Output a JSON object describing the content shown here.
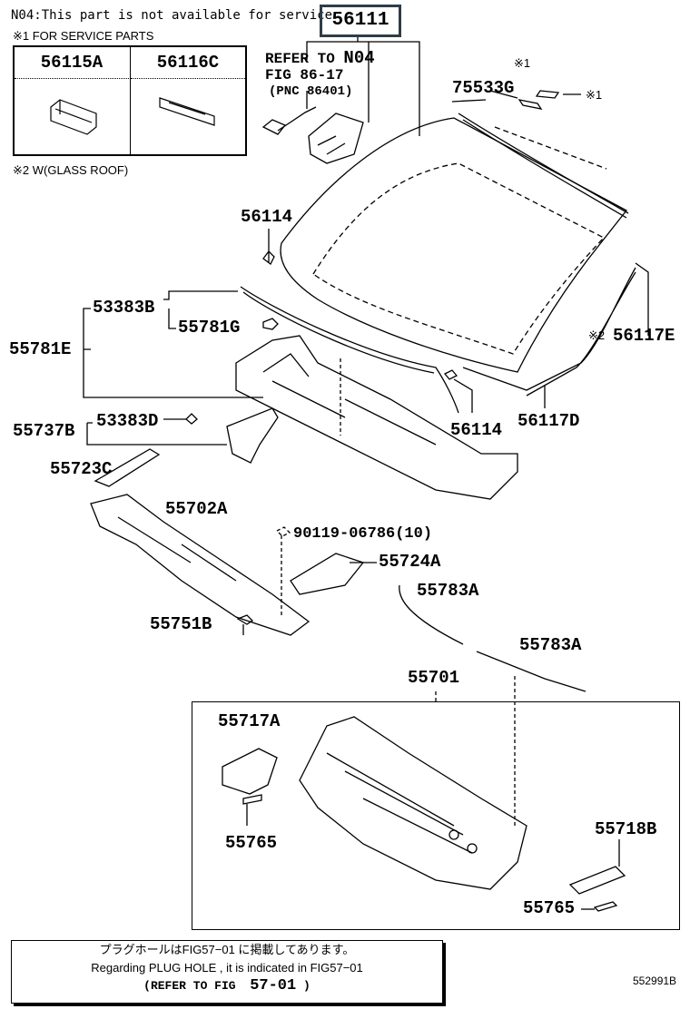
{
  "header_note": "N04:This part is not available for service",
  "main_part": "56111",
  "service_note": "※1 FOR SERVICE PARTS",
  "service_parts": [
    "56115A",
    "56116C"
  ],
  "glass_roof_note": "※2 W(GLASS ROOF)",
  "refer_block": {
    "line1": "REFER TO",
    "code": "N04",
    "line2": "FIG 86-17",
    "line3": "(PNC 86401)"
  },
  "marks": {
    "m1": "※1",
    "m2": "※2"
  },
  "parts": {
    "p75533G": "75533G",
    "p56114a": "56114",
    "p53383B": "53383B",
    "p55781G": "55781G",
    "p55781E": "55781E",
    "p56117E": "56117E",
    "p56114b": "56114",
    "p56117D": "56117D",
    "p55737B": "55737B",
    "p53383D": "53383D",
    "p55723C": "55723C",
    "p55702A": "55702A",
    "p90119": "90119-06786(10)",
    "p55724A": "55724A",
    "p55783Aa": "55783A",
    "p55751B": "55751B",
    "p55783Ab": "55783A",
    "p55701": "55701",
    "p55717A": "55717A",
    "p55718B": "55718B",
    "p55765a": "55765",
    "p55765b": "55765"
  },
  "footer": {
    "jp": "プラグホールはFIG57−01 に掲載してあります。",
    "en": "Regarding  PLUG  HOLE  , it is  indicated  in  FIG57−01",
    "refer_prefix": "(REFER TO FIG",
    "refer_fig": "57-01",
    "refer_suffix": ")"
  },
  "figure_id": "552991B"
}
